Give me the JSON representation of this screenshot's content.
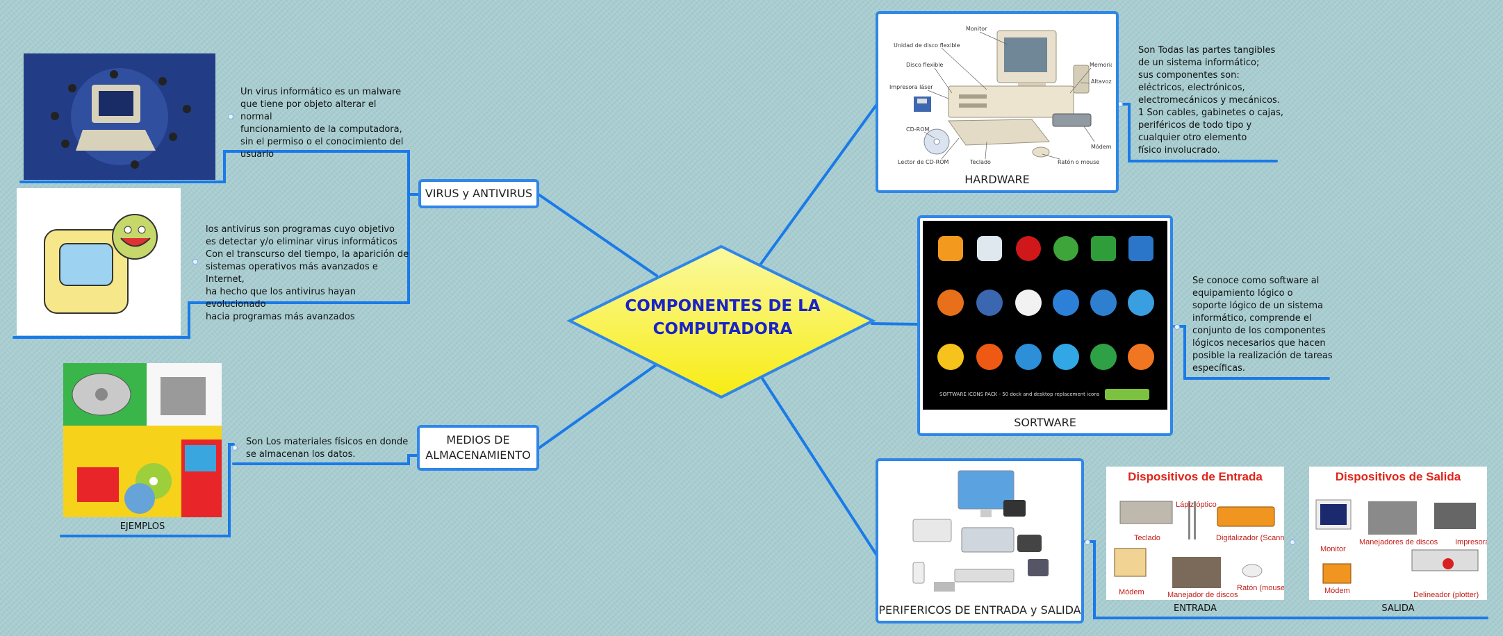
{
  "central": {
    "title_line1": "COMPONENTES DE LA",
    "title_line2": "COMPUTADORA"
  },
  "hardware": {
    "label": "HARDWARE",
    "description": "Son Todas las partes tangibles\nde un sistema informático;\nsus componentes son:\neléctricos, electrónicos,\nelectromecánicos y mecánicos.\n 1 Son cables, gabinetes o cajas,\n periféricos de todo tipo y\n cualquier otro elemento\nfísico involucrado.",
    "image_labels": [
      "Monitor",
      "Unidad de disco flexible",
      "Disco flexible",
      "Impresora láser",
      "CD-ROM",
      "Lector de CD-ROM",
      "Teclado",
      "Ratón o mouse",
      "Módem",
      "Altavoz",
      "Memoria"
    ]
  },
  "software": {
    "label": "SORTWARE",
    "description": "Se conoce como software al\n equipamiento lógico o\n soporte lógico de un sistema\n informático, comprende el\n conjunto de los componentes\n lógicos necesarios que hacen\n posible la realización de tareas\nespecíficas.",
    "image_caption": "SOFTWARE ICONS PACK - 50 dock and desktop replacement icons"
  },
  "perifericos": {
    "label": "PERIFERICOS DE ENTRADA y SALIDA",
    "entrada": {
      "caption": "ENTRADA",
      "title": "Dispositivos de Entrada",
      "labels": [
        "Teclado",
        "Lápiz óptico",
        "Digitalizador (Scanner)",
        "Módem",
        "Manejador de discos",
        "Ratón (mouse)"
      ]
    },
    "salida": {
      "caption": "SALIDA",
      "title": "Dispositivos de Salida",
      "labels": [
        "Monitor",
        "Manejadores de discos",
        "Impresora",
        "Módem",
        "Delineador (plotter)"
      ]
    }
  },
  "virus": {
    "label": "VIRUS y ANTIVIRUS",
    "virus_description": "Un virus informático es un malware\n que tiene por objeto alterar el normal\nfuncionamiento de la computadora,\nsin el permiso o el conocimiento del\n usuario",
    "antivirus_description": "los antivirus son programas cuyo objetivo\nes detectar y/o  eliminar virus informáticos\n Con el transcurso del tiempo, la aparición de\n sistemas operativos más avanzados e Internet,\nha hecho que los antivirus hayan evolucionado\n hacia programas más avanzados"
  },
  "medios": {
    "label_line1": "MEDIOS DE",
    "label_line2": "ALMACENAMIENTO",
    "description": "Son Los materiales físicos en donde\nse almacenan los datos.",
    "examples_caption": "EJEMPLOS"
  },
  "colors": {
    "connector": "#1a7ae8",
    "node_border": "#2f86e8",
    "center_fill_top": "#fbf9a0",
    "center_fill_bottom": "#f7ec12",
    "title": "#1a23c8"
  }
}
